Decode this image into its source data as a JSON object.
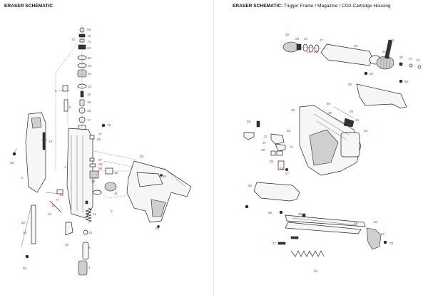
{
  "left_panel": {
    "title": "ERASER SCHEMATIC",
    "callouts": [
      "58",
      "75",
      "72",
      "74",
      "63",
      "80",
      "18",
      "84",
      "18",
      "6",
      "15",
      "5",
      "16",
      "19",
      "17",
      "76",
      "77",
      "65",
      "13",
      "68",
      "2",
      "57",
      "59",
      "66",
      "78",
      "64",
      "30",
      "42",
      "41",
      "3",
      "1",
      "65",
      "77",
      "16",
      "11",
      "62",
      "28",
      "12",
      "10",
      "29",
      "8",
      "4",
      "64",
      "56"
    ]
  },
  "right_panel": {
    "title_bold": "ERASER SCHEMATIC:",
    "title_rest": " Trigger Frame / Magazine / CO2 Cartridge Housing",
    "callouts": [
      "20",
      "23",
      "24",
      "27",
      "26",
      "25",
      "31",
      "32",
      "73",
      "81",
      "21",
      "22",
      "60",
      "55",
      "60",
      "30",
      "59",
      "36",
      "35",
      "58",
      "39",
      "34",
      "33",
      "31",
      "37",
      "38",
      "71",
      "36",
      "54",
      "55",
      "46",
      "49",
      "50",
      "52",
      "79",
      "51",
      "47",
      "53",
      "60",
      "57"
    ]
  },
  "colors": {
    "callout": "#d0312d",
    "line_art": "#222222",
    "heading": "#111111"
  }
}
